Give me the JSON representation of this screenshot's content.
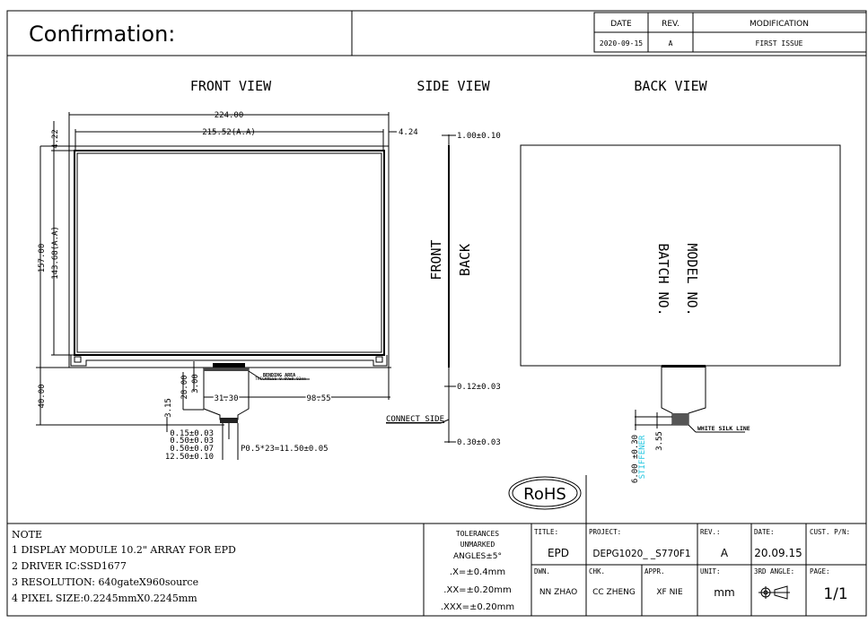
{
  "header": {
    "title": "Confirmation:"
  },
  "revision_table": {
    "headers": [
      "DATE",
      "REV.",
      "MODIFICATION"
    ],
    "rows": [
      [
        "2020-09-15",
        "A",
        "FIRST ISSUE"
      ]
    ]
  },
  "views": {
    "front": "FRONT VIEW",
    "side": "SIDE VIEW",
    "back": "BACK VIEW"
  },
  "front_dims": {
    "width": "224.00",
    "aa_width": "215.52(A.A)",
    "right_margin": "4.24",
    "top_margin": "4.22",
    "height": "157.00",
    "aa_height": "143.68(A.A)",
    "fpc_length": "40.00",
    "fpc_28": "28.00",
    "fpc_3": "3.00",
    "fpc_315": "3.15",
    "fpc_left": "31.30",
    "fpc_right": "98.55",
    "bending_area": "BENDING AREA",
    "thickness": "THICKNESS 0.09±0.03mm",
    "pin1": "0.15±0.03",
    "pin2": "0.50±0.03",
    "pin3": "0.50±0.07",
    "pin4": "12.50±0.10",
    "pitch": "P0.5*23=11.50±0.05"
  },
  "side_dims": {
    "top": "1.00±0.10",
    "front": "FRONT",
    "back": "BACK",
    "mid": "0.12±0.03",
    "connect": "CONNECT SIDE",
    "bottom": "0.30±0.03"
  },
  "back_view": {
    "model": "MODEL NO.",
    "batch": "BATCH NO.",
    "silk": "WHITE SILK LINE",
    "dim_600": "6.00 ±0.30",
    "stiffener": "STIFFENER",
    "dim_355": "3.55"
  },
  "rohs": "RoHS",
  "notes": {
    "title": "NOTE",
    "items": [
      "1 DISPLAY MODULE 10.2\" ARRAY FOR EPD",
      "2 DRIVER IC:SSD1677",
      "3 RESOLUTION: 640gateX960source",
      "4 PIXEL SIZE:0.2245mmX0.2245mm"
    ]
  },
  "title_block": {
    "tolerances": [
      "TOLERANCES",
      "UNMARKED",
      "ANGLES±5°",
      ".X=±0.4mm",
      ".XX=±0.20mm",
      ".XXX=±0.20mm"
    ],
    "title_label": "TITLE:",
    "title": "EPD",
    "project_label": "PROJECT:",
    "project": "DEPG1020_ _S770F1",
    "rev_label": "REV.:",
    "rev": "A",
    "date_label": "DATE:",
    "date": "20.09.15",
    "cust_label": "CUST. P/N:",
    "dwn_label": "DWN.",
    "dwn": "NN ZHAO",
    "chk_label": "CHK.",
    "chk": "CC ZHENG",
    "appr_label": "APPR.",
    "appr": "XF NIE",
    "unit_label": "UNIT:",
    "unit": "mm",
    "angle_label": "3RD ANGLE:",
    "page_label": "PAGE:",
    "page": "1/1"
  },
  "colors": {
    "stiffener": "#22c6e0"
  }
}
